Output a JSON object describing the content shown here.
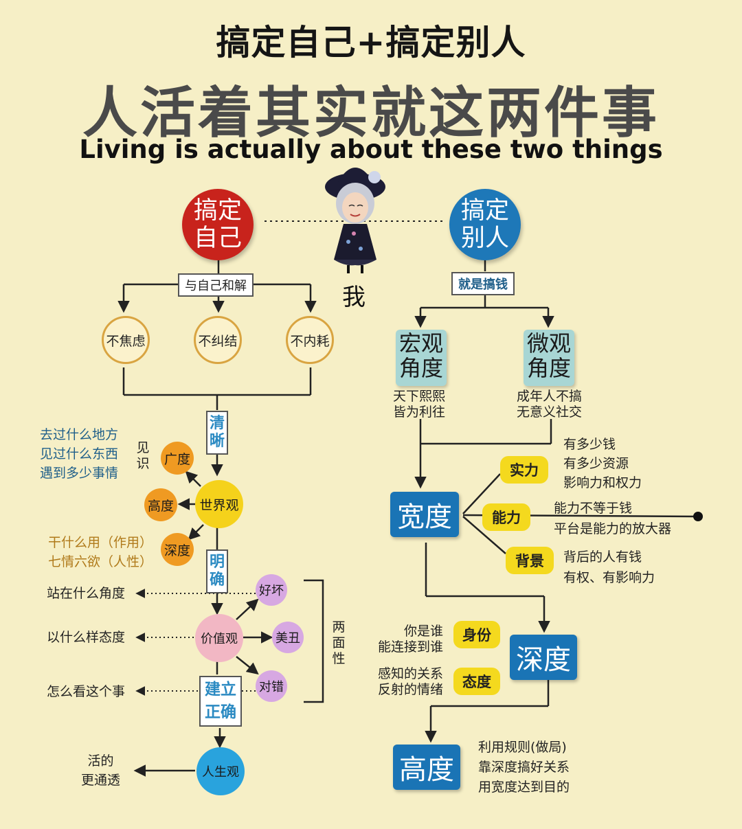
{
  "title_line1": "搞定自己+搞定别人",
  "title_line2": "人活着其实就这两件事",
  "title_line3": "Living is actually about these two things",
  "center_label": "我",
  "left": {
    "main": "搞定自己",
    "tag": "与自己和解",
    "rings": [
      "不焦虑",
      "不纠结",
      "不内耗"
    ],
    "clarity_tag": [
      "清",
      "晰"
    ],
    "worldview": "世界观",
    "breadth": "广度",
    "height": "高度",
    "depth": "深度",
    "knowledge_vert": [
      "见",
      "识"
    ],
    "knowledge_lines": [
      "去过什么地方",
      "见过什么东西",
      "遇到多少事情"
    ],
    "depth_lines": [
      "干什么用（作用）",
      "七情六欲（人性）"
    ],
    "clear_tag": [
      "明",
      "确"
    ],
    "values": "价值观",
    "good_bad": "好坏",
    "beauty": "美丑",
    "right_wrong": "对错",
    "perspective_q": "站在什么角度",
    "attitude_q": "以什么样态度",
    "view_q": "怎么看这个事",
    "duality_vert": [
      "两",
      "面",
      "性"
    ],
    "establish_tag": [
      "建立",
      "正确"
    ],
    "life": "人生观",
    "live_lines": [
      "活的",
      "更通透"
    ]
  },
  "right": {
    "main": "搞定别人",
    "tag": "就是搞钱",
    "macro": "宏观角度",
    "micro": "微观角度",
    "macro_sub": [
      "天下熙熙",
      "皆为利往"
    ],
    "micro_sub": [
      "成年人不搞",
      "无意义社交"
    ],
    "breadth": "宽度",
    "strength": "实力",
    "ability": "能力",
    "background": "背景",
    "strength_lines": [
      "有多少钱",
      "有多少资源",
      "影响力和权力"
    ],
    "ability_lines": [
      "能力不等于钱",
      "平台是能力的放大器"
    ],
    "background_lines": [
      "背后的人有钱",
      "有权、有影响力"
    ],
    "depth": "深度",
    "identity": "身份",
    "attitude": "态度",
    "identity_lines": [
      "你是谁",
      "能连接到谁"
    ],
    "attitude_lines": [
      "感知的关系",
      "反射的情绪"
    ],
    "height": "高度",
    "height_lines": [
      "利用规则(做局)",
      "靠深度搞好关系",
      "用宽度达到目的"
    ]
  }
}
